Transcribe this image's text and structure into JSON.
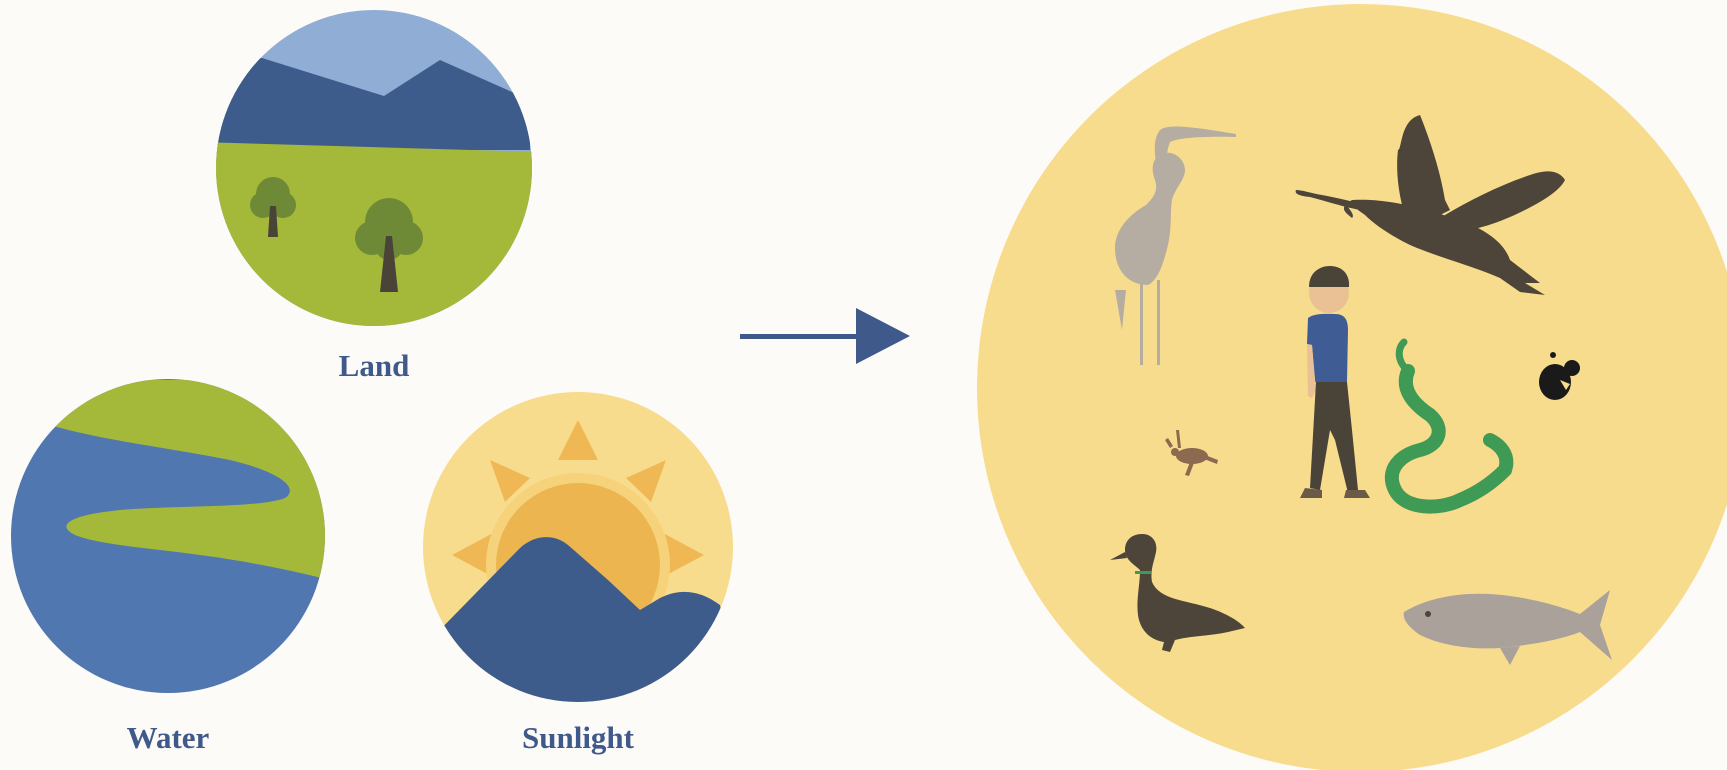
{
  "labels": {
    "land": "Land",
    "water": "Water",
    "sunlight": "Sunlight"
  },
  "colors": {
    "background": "#fdfbf8",
    "label_text": "#3f5a8a",
    "sky_light": "#90add6",
    "mountain_blue": "#3e5c8b",
    "grass_green": "#a4b83a",
    "tree_green": "#6f8a36",
    "tree_trunk": "#4a4337",
    "water_blue": "#5077b0",
    "sun_bg": "#f8dc8d",
    "sun_orange": "#ecb54f",
    "sun_ray": "#efb855",
    "arrow_blue": "#3f5a8a",
    "habitat_yellow": "#f8dc8d",
    "heron_gray": "#b5aca2",
    "dark_animal": "#4d4539",
    "snake_green": "#3f9a55",
    "fish_gray": "#a9a19a",
    "person_shirt": "#3f5c94",
    "person_skin": "#e9c194",
    "person_pants": "#4a4337"
  },
  "icons": [
    "mountain-landscape-icon",
    "tree-icon",
    "river-icon",
    "sunset-mountain-icon",
    "arrow-right-icon",
    "heron-icon",
    "goose-icon",
    "person-icon",
    "bee-icon",
    "insect-icon",
    "snake-icon",
    "duck-icon",
    "fish-icon"
  ]
}
